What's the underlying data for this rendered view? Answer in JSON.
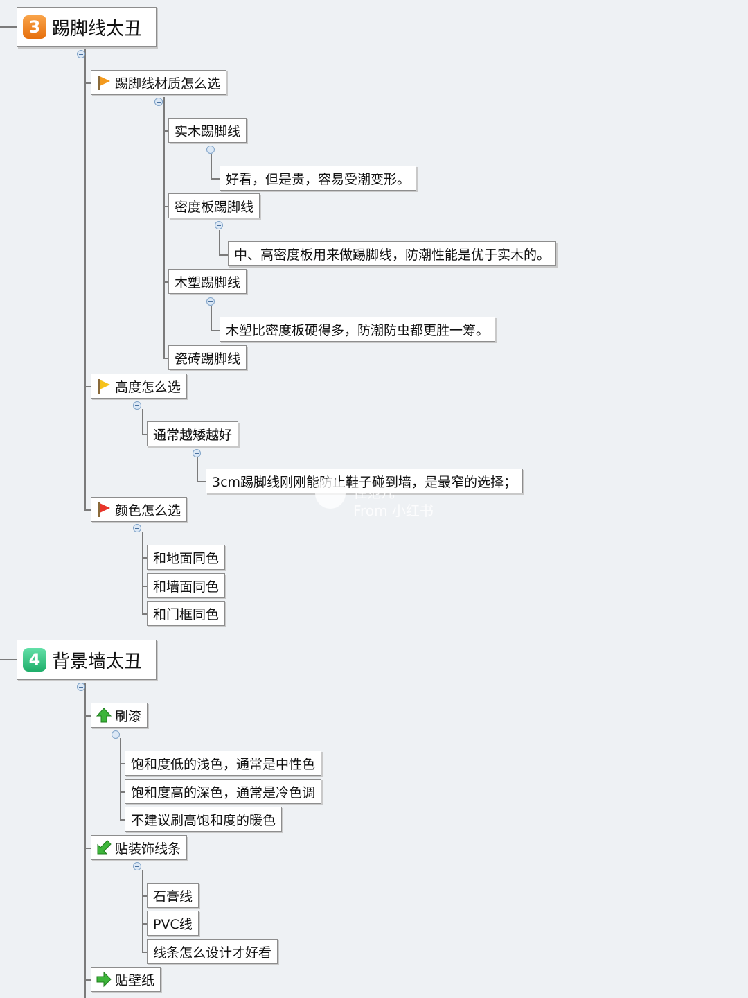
{
  "sections": {
    "s3": {
      "number": "3",
      "title": "踢脚线太丑",
      "material": {
        "label": "踢脚线材质怎么选",
        "solid_wood": {
          "label": "实木踢脚线",
          "note": "好看，但是贵，容易受潮变形。"
        },
        "mdf": {
          "label": "密度板踢脚线",
          "note": "中、高密度板用来做踢脚线，防潮性能是优于实木的。"
        },
        "wpc": {
          "label": "木塑踢脚线",
          "note": "木塑比密度板硬得多，防潮防虫都更胜一筹。"
        },
        "tile": {
          "label": "瓷砖踢脚线"
        }
      },
      "height": {
        "label": "高度怎么选",
        "rule": "通常越矮越好",
        "note": "3cm踢脚线刚刚能防止鞋子碰到墙，是最窄的选择；"
      },
      "color": {
        "label": "颜色怎么选",
        "options": [
          "和地面同色",
          "和墙面同色",
          "和门框同色"
        ]
      }
    },
    "s4": {
      "number": "4",
      "title": "背景墙太丑",
      "paint": {
        "label": "刷漆",
        "options": [
          "饱和度低的浅色，通常是中性色",
          "饱和度高的深色，通常是冷色调",
          "不建议刷高饱和度的暖色"
        ]
      },
      "trim": {
        "label": "贴装饰线条",
        "options": [
          "石膏线",
          "PVC线",
          "线条怎么设计才好看"
        ]
      },
      "wallpaper": {
        "label": "贴壁纸"
      }
    }
  },
  "watermark": {
    "line1": "住范儿",
    "line2": "From 小红书"
  },
  "colors": {
    "badge3": "#ef8120",
    "badge4": "#3cc98a",
    "flag_orange": "#f39a1e",
    "flag_yellow": "#f6c21b",
    "flag_red": "#e8352a",
    "arrow_green": "#3db53a"
  }
}
